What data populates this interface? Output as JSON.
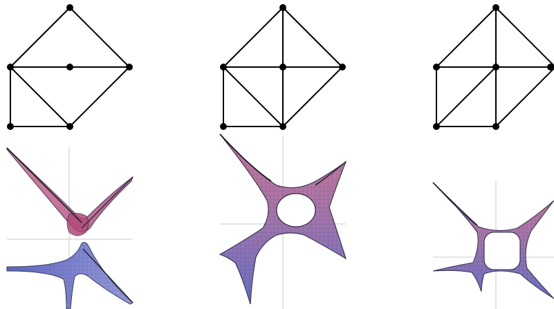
{
  "panels": [
    {
      "id": "left",
      "graph": {
        "vertices": [
          "top",
          "left",
          "center",
          "right",
          "bottom-left",
          "bottom-center"
        ],
        "edges": [
          [
            "top",
            "left"
          ],
          [
            "top",
            "right"
          ],
          [
            "left",
            "center"
          ],
          [
            "center",
            "right"
          ],
          [
            "left",
            "bottom-left"
          ],
          [
            "left",
            "bottom-center"
          ],
          [
            "bottom-left",
            "bottom-center"
          ],
          [
            "bottom-center",
            "right"
          ]
        ]
      },
      "surface": {
        "shape": "saddle-cross",
        "colors": [
          "#c0587a",
          "#5058b8"
        ]
      }
    },
    {
      "id": "middle",
      "graph": {
        "vertices": [
          "top",
          "left",
          "center",
          "right",
          "bottom-left",
          "bottom-center"
        ],
        "edges": [
          [
            "top",
            "left"
          ],
          [
            "top",
            "right"
          ],
          [
            "top",
            "center"
          ],
          [
            "left",
            "center"
          ],
          [
            "center",
            "right"
          ],
          [
            "left",
            "bottom-left"
          ],
          [
            "left",
            "bottom-center"
          ],
          [
            "bottom-left",
            "bottom-center"
          ],
          [
            "bottom-center",
            "right"
          ],
          [
            "center",
            "bottom-center"
          ]
        ]
      },
      "surface": {
        "shape": "four-arm-with-hole",
        "colors": [
          "#c0587a",
          "#5058b8"
        ]
      }
    },
    {
      "id": "right",
      "graph": {
        "vertices": [
          "top",
          "left",
          "center",
          "right",
          "bottom-left",
          "bottom-center"
        ],
        "edges": [
          [
            "top",
            "left"
          ],
          [
            "top",
            "right"
          ],
          [
            "top",
            "center"
          ],
          [
            "left",
            "center"
          ],
          [
            "center",
            "right"
          ],
          [
            "left",
            "bottom-left"
          ],
          [
            "center",
            "bottom-left"
          ],
          [
            "bottom-left",
            "bottom-center"
          ],
          [
            "bottom-center",
            "right"
          ],
          [
            "center",
            "bottom-center"
          ]
        ]
      },
      "surface": {
        "shape": "four-arm-with-hole",
        "colors": [
          "#c0587a",
          "#5058b8"
        ]
      }
    }
  ]
}
